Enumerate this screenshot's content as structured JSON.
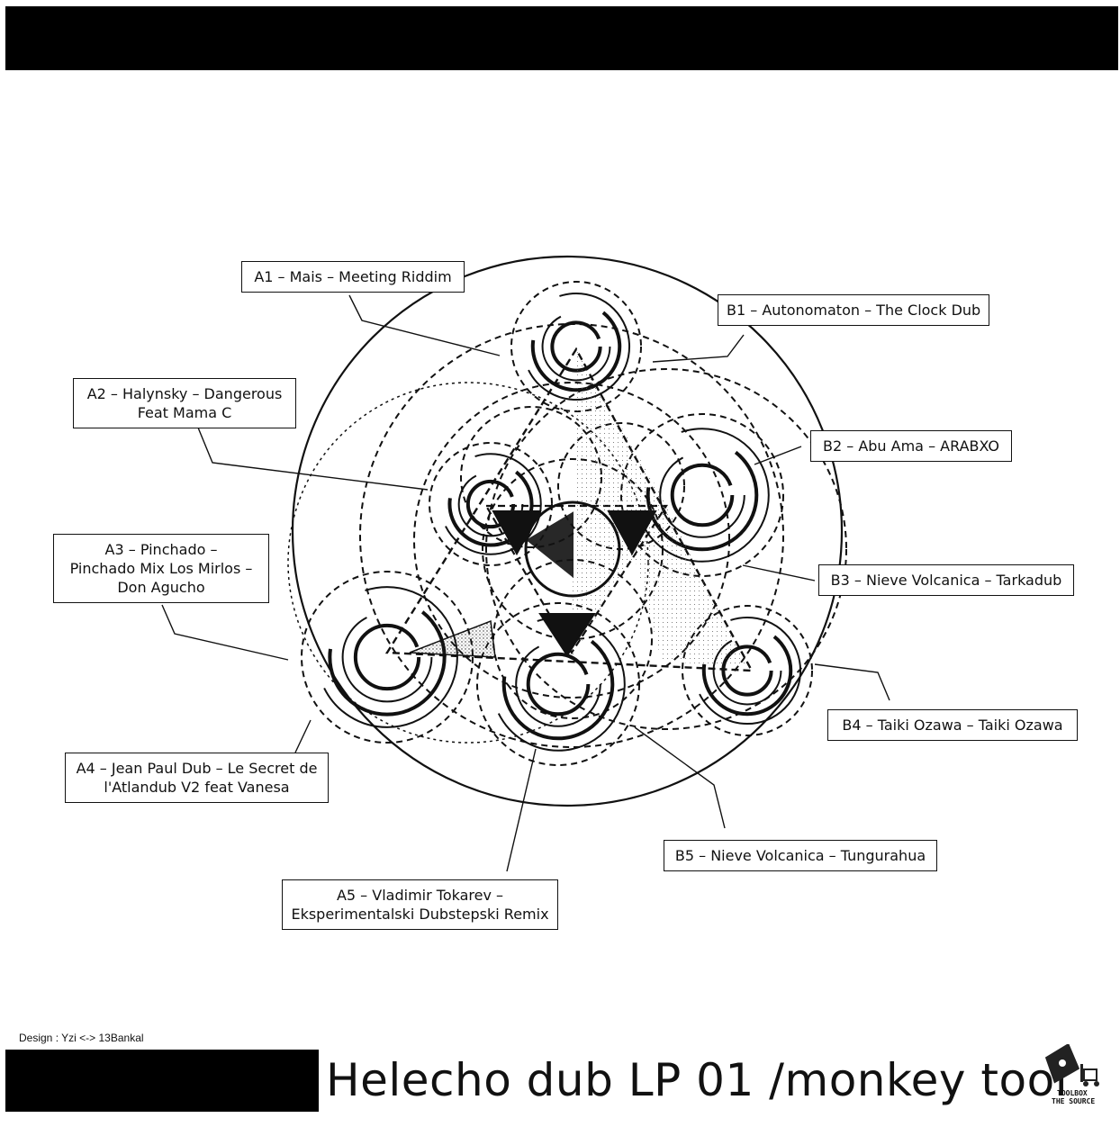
{
  "tracks": [
    {
      "id": "A1",
      "lines": [
        "A1 – Mais – Meeting Riddim"
      ]
    },
    {
      "id": "A2",
      "lines": [
        "A2 – Halynsky – Dangerous",
        "Feat Mama C"
      ]
    },
    {
      "id": "A3",
      "lines": [
        "A3 – Pinchado –",
        "Pinchado Mix Los Mirlos –",
        "Don Agucho"
      ]
    },
    {
      "id": "A4",
      "lines": [
        "A4 – Jean Paul Dub – Le Secret de",
        "l'Atlandub V2 feat Vanesa"
      ]
    },
    {
      "id": "A5",
      "lines": [
        "A5 – Vladimir Tokarev –",
        "Eksperimentalski Dubstepski Remix"
      ]
    },
    {
      "id": "B1",
      "lines": [
        "B1 – Autonomaton – The Clock Dub"
      ]
    },
    {
      "id": "B2",
      "lines": [
        "B2 – Abu Ama – ARABXO"
      ]
    },
    {
      "id": "B3",
      "lines": [
        "B3 – Nieve Volcanica – Tarkadub"
      ]
    },
    {
      "id": "B4",
      "lines": [
        "B4 – Taiki Ozawa – Taiki Ozawa"
      ]
    },
    {
      "id": "B5",
      "lines": [
        "B5 – Nieve Volcanica – Tungurahua"
      ]
    }
  ],
  "credit": "Design : Yzi <-> 13Bankal",
  "title": "Helecho dub LP 01 /monkey tool",
  "logo": {
    "line1": "TOOLBOX",
    "line2": "THE SOURCE",
    "icon": "record-forklift-logo"
  }
}
